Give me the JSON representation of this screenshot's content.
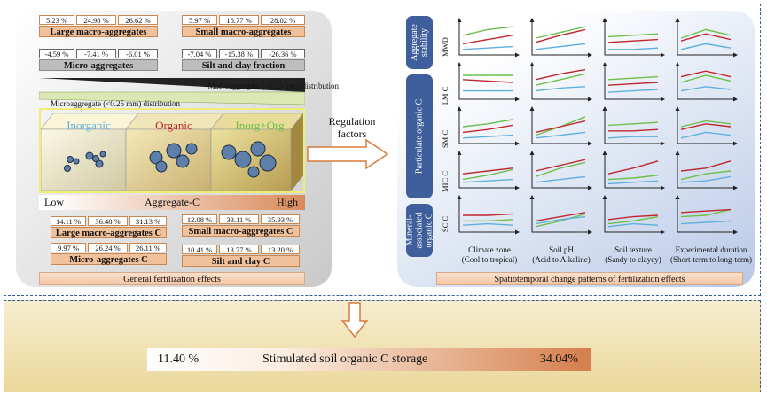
{
  "aggregate_stability": {
    "large_macro": {
      "label": "Large macro-aggregates",
      "values": [
        "5.23 %",
        "24.98 %",
        "26.62 %"
      ]
    },
    "small_macro": {
      "label": "Small macro-aggregates",
      "values": [
        "5.97 %",
        "16.77 %",
        "28.02 %"
      ]
    },
    "micro": {
      "label": "Micro-aggregates",
      "values": [
        "-4.59 %",
        "-7.41 %",
        "-6.01 %"
      ]
    },
    "silt_clay": {
      "label": "Silt and clay fraction",
      "values": [
        "-7.04 %",
        "-15.38 %",
        "-26.36 %"
      ]
    }
  },
  "distribution": {
    "macro": "Macroaggregate (>0.25 mm) distribution",
    "micro": "Microaggregate (<0.25 mm) distribution"
  },
  "treatments": [
    {
      "label": "Inorganic",
      "color": "#5fb0dd"
    },
    {
      "label": "Organic",
      "color": "#c0272d"
    },
    {
      "label": "Inorg+Org",
      "color": "#6cc04a"
    }
  ],
  "aggregate_c_bar": {
    "low": "Low",
    "label": "Aggregate-C",
    "high": "High"
  },
  "aggregate_c": {
    "large_macro": {
      "label": "Large macro-aggregates C",
      "values": [
        "14.11 %",
        "36.48 %",
        "31.13 %"
      ]
    },
    "small_macro": {
      "label": "Small macro-aggregates C",
      "values": [
        "12.08 %",
        "33.11 %",
        "35.93 %"
      ]
    },
    "micro": {
      "label": "Micro-aggregates C",
      "values": [
        "9.97 %",
        "26.24 %",
        "26.11 %"
      ]
    },
    "silt_clay": {
      "label": "Silt and clay C",
      "values": [
        "10.41 %",
        "13.77 %",
        "13.20 %"
      ]
    }
  },
  "general_label": "General fertilization effects",
  "regulation": {
    "line1": "Regulation",
    "line2": "factors"
  },
  "right_panel": {
    "groups": [
      "Aggregate stability",
      "Particulate organic C",
      "Mineral-associated organic C"
    ],
    "rows": [
      "MWD",
      "LM C",
      "SM C",
      "MIC C",
      "SC C"
    ],
    "columns": [
      {
        "name": "Climate zone",
        "range": "(Cool to tropical)"
      },
      {
        "name": "Soil pH",
        "range": "(Acid to Alkaline)"
      },
      {
        "name": "Soil texture",
        "range": "(Sandy to clayey)"
      },
      {
        "name": "Experimental duration",
        "range": "(Short-term to long-term)"
      }
    ],
    "footer": "Spatiotemporal change patterns of fertilization effects"
  },
  "stimulated": {
    "low": "11.40 %",
    "label": "Stimulated soil organic C storage",
    "high": "34.04%"
  },
  "colors": {
    "frame": "#2f5c9a",
    "tab": "#3f5f9c",
    "orange": "#f0c19b",
    "inorganic": "#5fb0dd",
    "organic": "#c0272d",
    "combined": "#6cc04a"
  }
}
